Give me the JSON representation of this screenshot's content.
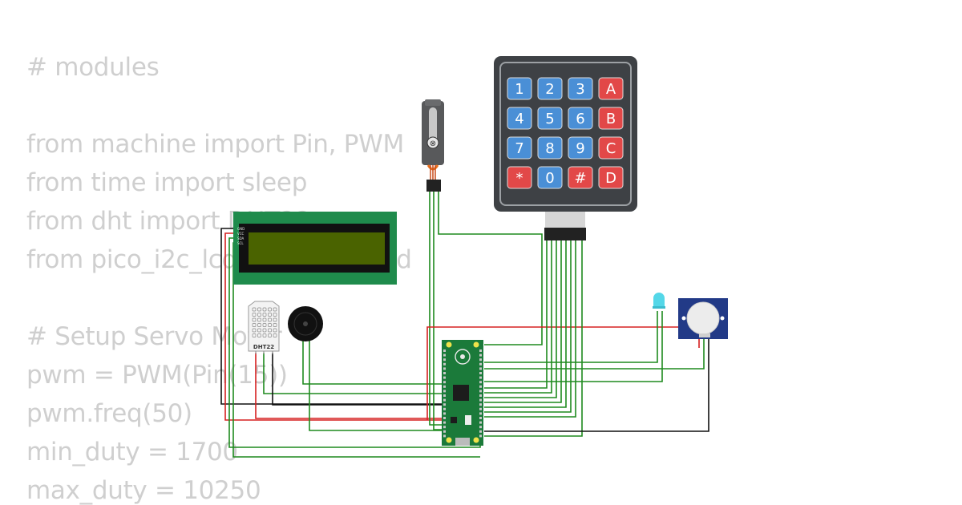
{
  "code_lines": [
    "# modules",
    "",
    "from machine import Pin, PWM",
    "from time import sleep",
    "from dht import DHT22",
    "from pico_i2c_lcd import I2cLcd",
    "",
    "# Setup Servo Motor",
    "pwm = PWM(Pin(15))",
    "pwm.freq(50)",
    "min_duty = 1700",
    "max_duty = 10250"
  ],
  "keypad": {
    "keys": [
      [
        "1",
        "2",
        "3",
        "A"
      ],
      [
        "4",
        "5",
        "6",
        "B"
      ],
      [
        "7",
        "8",
        "9",
        "C"
      ],
      [
        "*",
        "0",
        "#",
        "D"
      ]
    ],
    "colors": {
      "digit": "#4a8fd6",
      "letter": "#e24848",
      "body": "#3e4145"
    }
  },
  "lcd": {
    "pins": [
      "GND",
      "VCC",
      "SDA",
      "SCL"
    ],
    "colors": {
      "pcb": "#1f8b4c",
      "screen": "#4a6300"
    }
  },
  "dht22": {
    "label": "DHT22"
  },
  "pico": {
    "color": "#1b7a3a"
  },
  "wire_colors": {
    "signal": "#1e8a1e",
    "power": "#d62020",
    "ground": "#111111"
  }
}
